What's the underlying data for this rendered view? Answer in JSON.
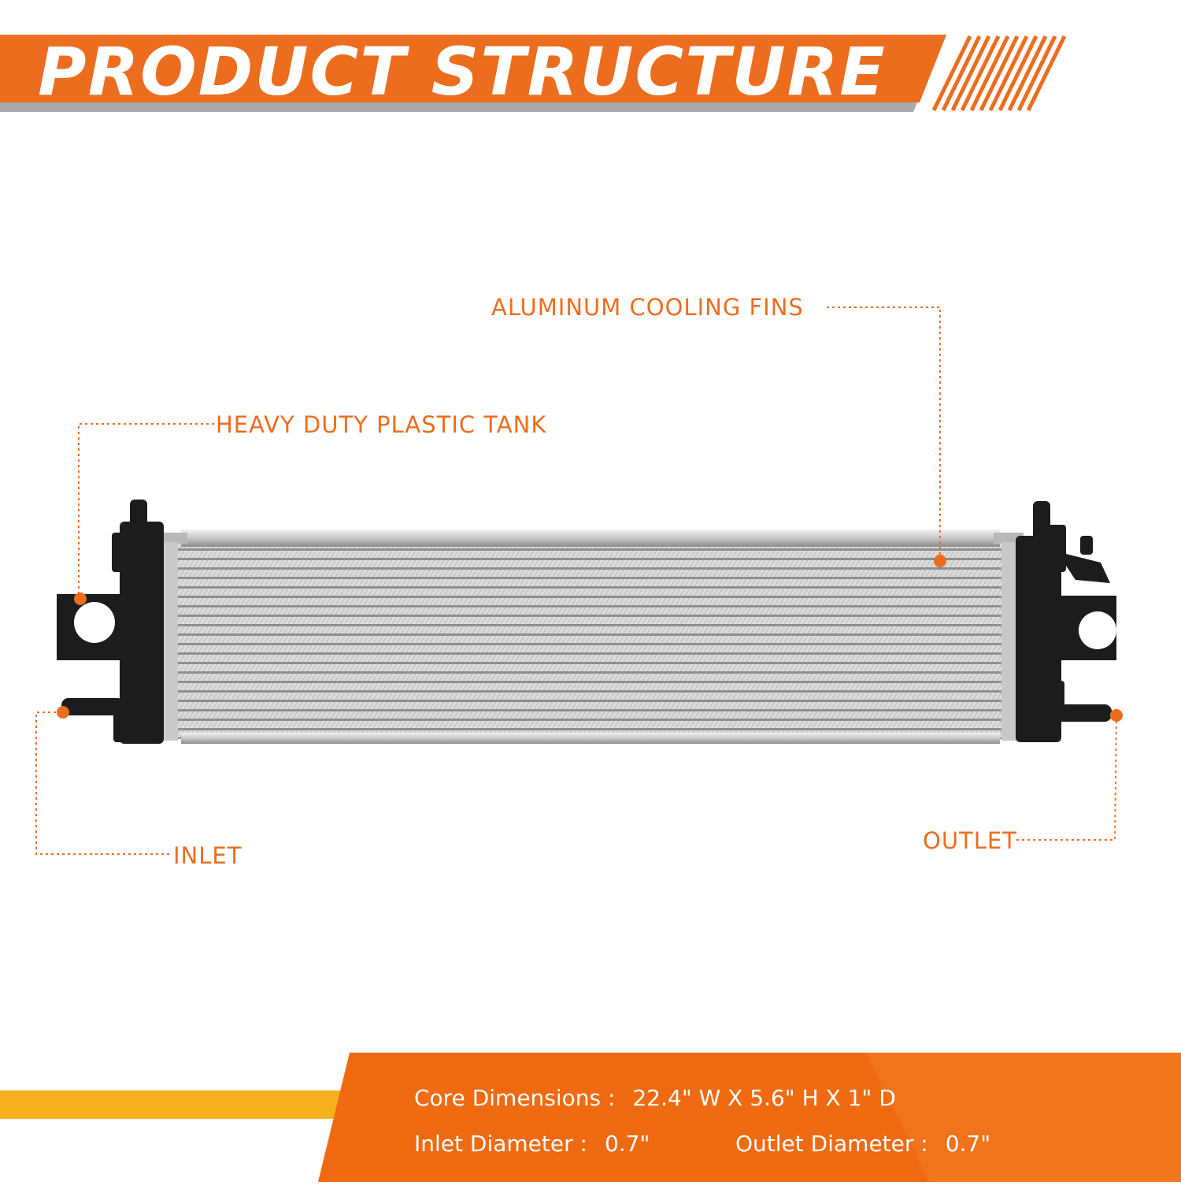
{
  "header": {
    "title": "PRODUCT STRUCTURE",
    "accent_color": "#ed6d1f",
    "shadow_color": "#a7a9ac"
  },
  "callouts": {
    "fins": "ALUMINUM COOLING FINS",
    "tank": "HEAVY DUTY PLASTIC TANK",
    "inlet": "INLET",
    "outlet": "OUTLET"
  },
  "product": {
    "icon": "radiator-illustration"
  },
  "specs": {
    "core_label": "Core Dimensions :",
    "core_value": "22.4\" W X 5.6\" H X 1\" D",
    "inlet_label": "Inlet Diameter :",
    "inlet_value": "0.7\"",
    "outlet_label": "Outlet Diameter :",
    "outlet_value": "0.7\"",
    "band_color": "#f06a12",
    "stripe_color": "#f5b11c"
  }
}
